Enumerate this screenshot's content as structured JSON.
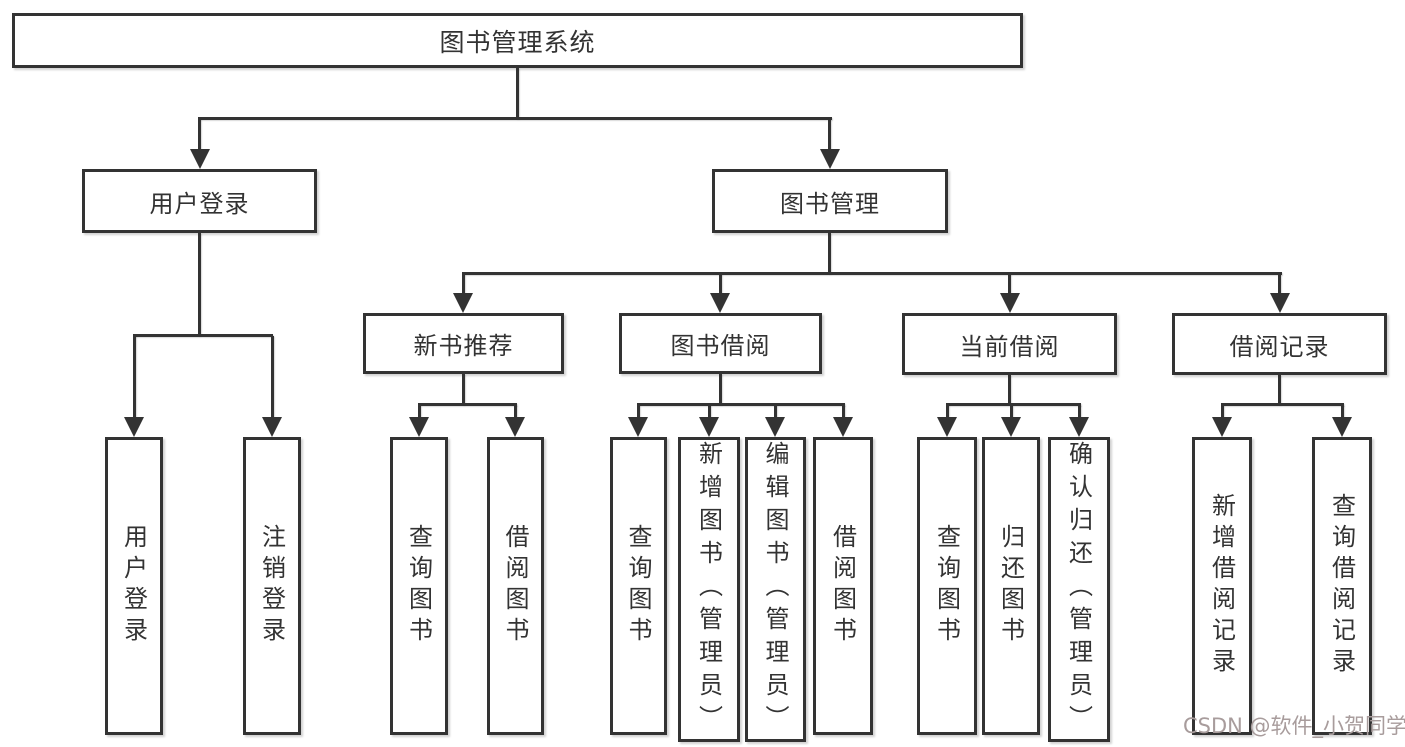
{
  "tree": {
    "label": "图书管理系统",
    "children": [
      {
        "label": "用户登录",
        "children": [
          {
            "label": "用户登录"
          },
          {
            "label": "注销登录"
          }
        ]
      },
      {
        "label": "图书管理",
        "children": [
          {
            "label": "新书推荐",
            "children": [
              {
                "label": "查询图书"
              },
              {
                "label": "借阅图书"
              }
            ]
          },
          {
            "label": "图书借阅",
            "children": [
              {
                "label": "查询图书"
              },
              {
                "label": "新增图书（管理员）"
              },
              {
                "label": "编辑图书（管理员）"
              },
              {
                "label": "借阅图书"
              }
            ]
          },
          {
            "label": "当前借阅",
            "children": [
              {
                "label": "查询图书"
              },
              {
                "label": "归还图书"
              },
              {
                "label": "确认归还（管理员）"
              }
            ]
          },
          {
            "label": "借阅记录",
            "children": [
              {
                "label": "新增借阅记录"
              },
              {
                "label": "查询借阅记录"
              }
            ]
          }
        ]
      }
    ]
  },
  "watermark": {
    "text": "CSDN @软件_小贺同学",
    "color": "#a89c9c"
  },
  "colors": {
    "line": "#333333",
    "box_border": "#333333",
    "text": "#333333",
    "background": "#ffffff"
  }
}
